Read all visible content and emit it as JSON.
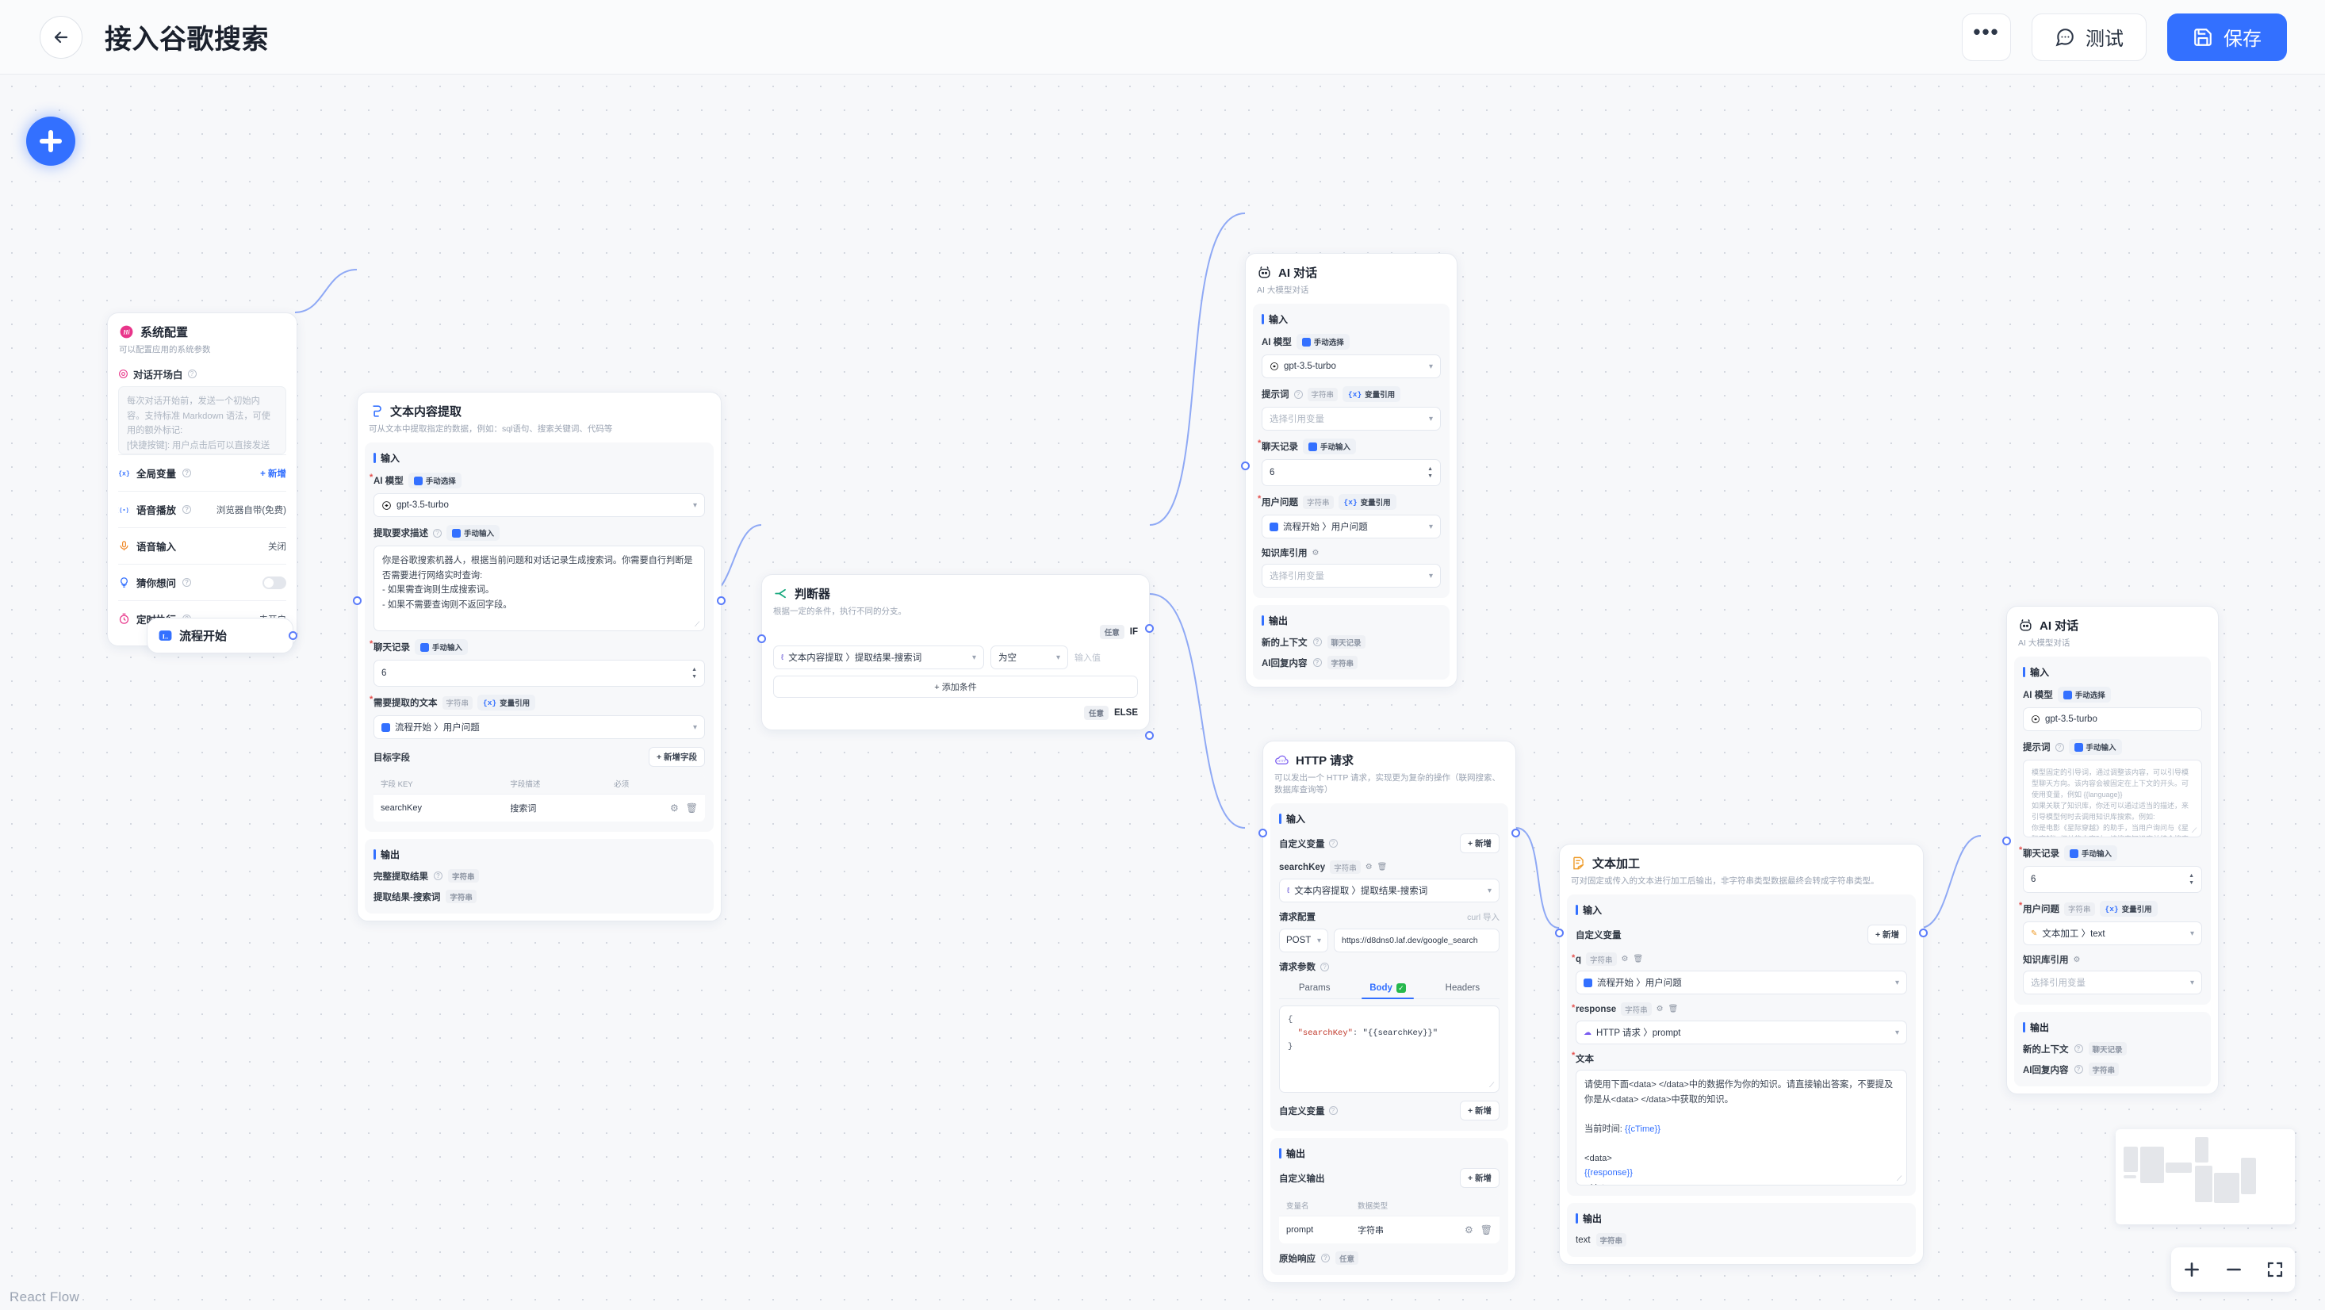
{
  "header": {
    "title": "接入谷歌搜索",
    "back_icon": "arrow-left-icon",
    "more_label": "•••",
    "test_label": "测试",
    "save_label": "保存",
    "accent": "#3370ff"
  },
  "canvas": {
    "add_node_label": "+",
    "attribution": "React Flow",
    "zoom_in": "+",
    "zoom_out": "−",
    "fit_view": "⛶"
  },
  "common": {
    "input_section": "输入",
    "output_section": "输出",
    "type_string": "字符串",
    "type_any": "任意",
    "type_chatlog": "聊天记录",
    "manual_select": "手动选择",
    "manual_input": "手动输入",
    "var_ref": "变量引用",
    "select_var_placeholder": "选择引用变量",
    "add": "新增"
  },
  "nodes": {
    "system_config": {
      "title": "系统配置",
      "desc": "可以配置应用的系统参数",
      "opening_label": "对话开场白",
      "opening_placeholder": "每次对话开始前，发送一个初始内容。支持标准 Markdown 语法，可使用的额外标记:\n[快捷按键]: 用户点击后可以直接发送该问题",
      "rows": [
        {
          "icon": "variable-icon",
          "label": "全局变量",
          "value": "+ 新增",
          "kind": "action"
        },
        {
          "icon": "speaker-icon",
          "label": "语音播放",
          "value": "浏览器自带(免费)",
          "kind": "text"
        },
        {
          "icon": "microphone-icon",
          "label": "语音输入",
          "value": "关闭",
          "kind": "text"
        },
        {
          "icon": "bulb-icon",
          "label": "猜你想问",
          "value": "",
          "kind": "toggle"
        },
        {
          "icon": "clock-icon",
          "label": "定时执行",
          "value": "未开启",
          "kind": "text"
        }
      ]
    },
    "flow_start": {
      "title": "流程开始",
      "icon": "flow-start-icon"
    },
    "text_extract": {
      "title": "文本内容提取",
      "desc": "可从文本中提取指定的数据，例如：sql语句、搜索关键词、代码等",
      "model_label": "AI 模型",
      "model_value": "gpt-3.5-turbo",
      "prompt_label": "提取要求描述",
      "prompt_value": "你是谷歌搜索机器人，根据当前问题和对话记录生成搜索词。你需要自行判断是否需要进行网络实时查询:\n- 如果需查询则生成搜索词。\n- 如果不需要查询则不返回字段。",
      "chatlog_label": "聊天记录",
      "chatlog_value": "6",
      "source_label": "需要提取的文本",
      "source_value": "流程开始 〉用户问题",
      "target_fields_label": "目标字段",
      "add_field_label": "+ 新增字段",
      "table_headers": [
        "字段 KEY",
        "字段描述",
        "必须"
      ],
      "table_rows": [
        {
          "key": "searchKey",
          "desc": "搜索词",
          "required": ""
        }
      ],
      "outputs": [
        {
          "label": "完整提取结果",
          "type": "字符串"
        },
        {
          "label": "提取结果-搜索词",
          "type": "字符串"
        }
      ]
    },
    "judge": {
      "title": "判断器",
      "desc": "根据一定的条件，执行不同的分支。",
      "if_chip": "任意",
      "if_label": "IF",
      "else_chip": "任意",
      "else_label": "ELSE",
      "cond_var": "文本内容提取 〉提取结果-搜索词",
      "cond_op": "为空",
      "cond_value_placeholder": "输入值",
      "add_condition": "+ 添加条件"
    },
    "ai_chat_top": {
      "title": "AI 对话",
      "desc": "AI 大模型对话",
      "model_label": "AI 模型",
      "model_value": "gpt-3.5-turbo",
      "prompt_label": "提示词",
      "prompt_value": "选择引用变量",
      "chatlog_label": "聊天记录",
      "chatlog_value": "6",
      "question_label": "用户问题",
      "question_value": "流程开始 〉用户问题",
      "kb_label": "知识库引用",
      "kb_value": "选择引用变量",
      "outputs": [
        {
          "label": "新的上下文",
          "type": "聊天记录"
        },
        {
          "label": "AI回复内容",
          "type": "字符串"
        }
      ]
    },
    "http": {
      "title": "HTTP 请求",
      "desc": "可以发出一个 HTTP 请求，实现更为复杂的操作（联网搜索、数据库查询等）",
      "custom_var_label": "自定义变量",
      "add_label": "+ 新增",
      "var_name": "searchKey",
      "var_type": "字符串",
      "var_value": "文本内容提取 〉提取结果-搜索词",
      "req_config_label": "请求配置",
      "curl_label": "curl 导入",
      "method": "POST",
      "url": "https://d8dns0.laf.dev/google_search",
      "req_params_label": "请求参数",
      "tabs": [
        "Params",
        "Body",
        "Headers"
      ],
      "active_tab": "Body",
      "body_code": "{\n  \"searchKey\": \"{{searchKey}}\"\n}",
      "custom_var_label2": "自定义变量",
      "custom_output_label": "自定义输出",
      "table_headers": [
        "变量名",
        "数据类型"
      ],
      "table_rows": [
        {
          "name": "prompt",
          "type": "字符串"
        }
      ],
      "raw_resp_label": "原始响应",
      "raw_resp_type": "任意"
    },
    "text_process": {
      "title": "文本加工",
      "desc": "可对固定或传入的文本进行加工后输出，非字符串类型数据最终会转成字符串类型。",
      "custom_var_label": "自定义变量",
      "add_label": "+ 新增",
      "vars": [
        {
          "name": "q",
          "type": "字符串",
          "value": "流程开始 〉用户问题"
        },
        {
          "name": "response",
          "type": "字符串",
          "value": "HTTP 请求 〉prompt"
        }
      ],
      "text_label": "文本",
      "text_value": "请使用下面<data> </data>中的数据作为你的知识。请直接输出答案，不要提及你是从<data> </data>中获取的知识。\n\n当前时间: {{cTime}}\n\n<data>\n{{response}}\n</data>",
      "outputs": [
        {
          "label": "text",
          "type": "字符串"
        }
      ]
    },
    "ai_chat_right": {
      "title": "AI 对话",
      "desc": "AI 大模型对话",
      "model_label": "AI 模型",
      "model_value": "gpt-3.5-turbo",
      "prompt_label": "提示词",
      "prompt_placeholder": "模型固定的引导词，通过调整该内容，可以引导模型聊天方向。该内容会被固定在上下文的开头。可使用变量，例如 {{language}}\n如果关联了知识库，你还可以通过适当的描述，来引导模型何时去调用知识库搜索。例如:\n你是电影《星际穿越》的助手，当用户询问与《星际穿越》相关的内容时，请搜索知识库并结合搜索结果进行回答。",
      "chatlog_label": "聊天记录",
      "chatlog_value": "6",
      "question_label": "用户问题",
      "question_value": "文本加工 〉text",
      "kb_label": "知识库引用",
      "kb_value": "选择引用变量",
      "outputs": [
        {
          "label": "新的上下文",
          "type": "聊天记录"
        },
        {
          "label": "AI回复内容",
          "type": "字符串"
        }
      ]
    }
  }
}
